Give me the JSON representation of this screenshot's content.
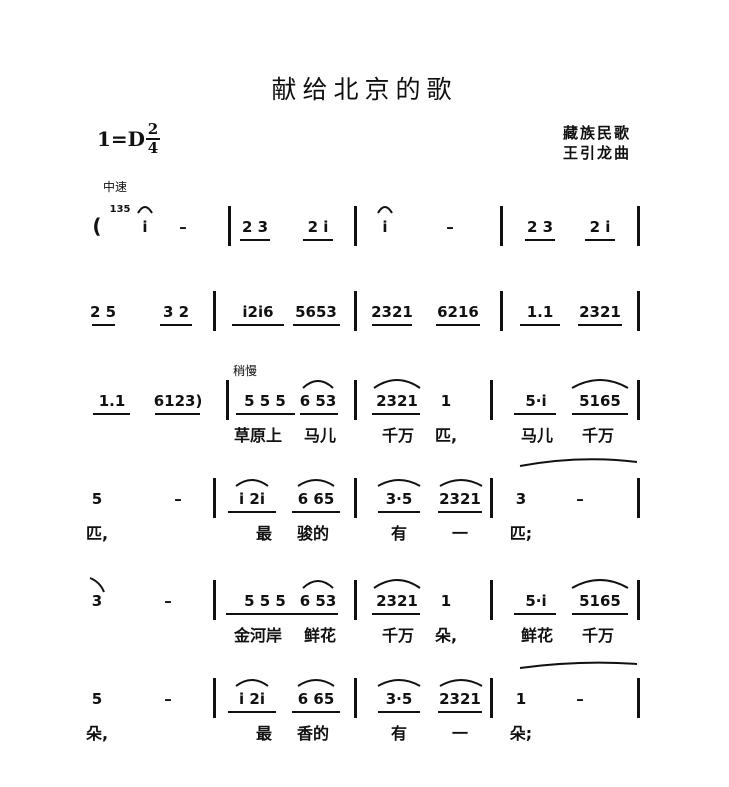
{
  "title": "献给北京的歌",
  "key_signature": "1=D",
  "time_signature": {
    "top": "2",
    "bottom": "4"
  },
  "credits": {
    "origin": "藏族民歌",
    "arranger": "王引龙曲"
  },
  "tempo_marks": {
    "initial": "中速",
    "slower": "稍慢"
  },
  "rows": [
    {
      "notes": [
        "(",
        "135",
        "i",
        "–",
        "2 3",
        "2 i",
        "i",
        "–",
        "2 3",
        "2 i"
      ],
      "lyrics": []
    },
    {
      "notes": [
        "2 5",
        "3 2",
        "i2i6",
        "5653",
        "2321",
        "6216",
        "1.1",
        "2321"
      ],
      "lyrics": []
    },
    {
      "notes": [
        "1.1",
        "6123)",
        "5 5 5",
        "6 53",
        "2321",
        "1",
        "5·i",
        "5165"
      ],
      "lyrics": [
        "草原上",
        "马儿",
        "千万",
        "匹,",
        "马儿",
        "千万"
      ]
    },
    {
      "notes": [
        "5",
        "–",
        "i 2i",
        "6 65",
        "3·5",
        "2321",
        "3",
        "–"
      ],
      "lyrics": [
        "匹,",
        "最",
        "骏的",
        "有",
        "一",
        "匹;"
      ]
    },
    {
      "notes": [
        "3",
        "–",
        "5 5 5",
        "6 53",
        "2321",
        "1",
        "5·i",
        "5165"
      ],
      "lyrics": [
        "金河岸",
        "鲜花",
        "千万",
        "朵,",
        "鲜花",
        "千万"
      ]
    },
    {
      "notes": [
        "5",
        "–",
        "i 2i",
        "6 65",
        "3·5",
        "2321",
        "1",
        "–"
      ],
      "lyrics": [
        "朵,",
        "最",
        "香的",
        "有",
        "一",
        "朵;"
      ]
    }
  ]
}
